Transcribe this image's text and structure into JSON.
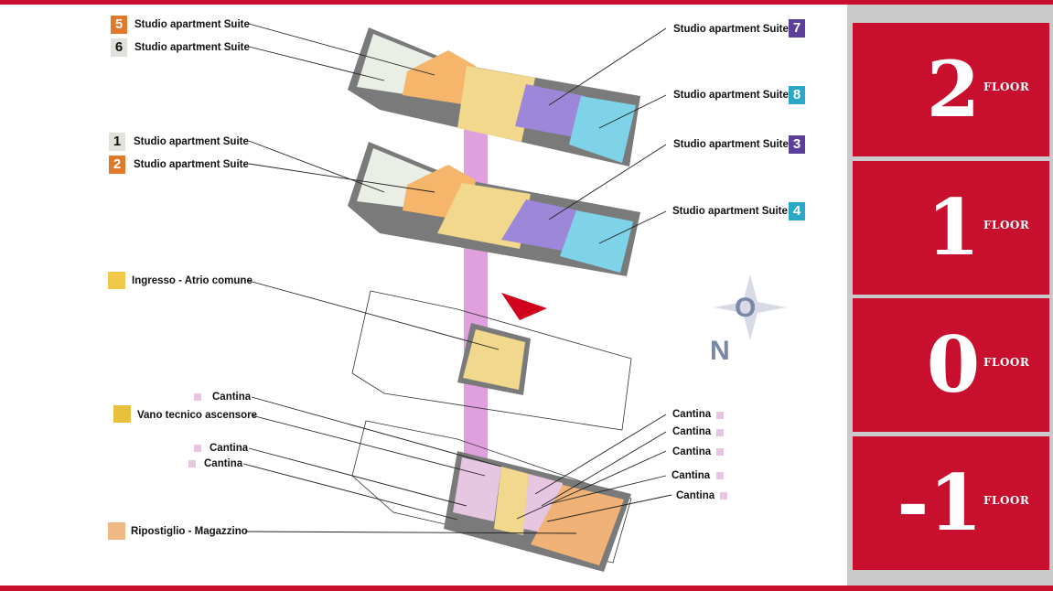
{
  "colors": {
    "red": "#c8102e",
    "grey_suite": "#e9efe4",
    "orange_suite": "#f5b56a",
    "purple_suite": "#9c87d9",
    "cyan_suite": "#7ed3e8",
    "yellow_common": "#f2d88c",
    "pink_cantina": "#e6c6e0",
    "lift_shaft": "#d67fd2"
  },
  "legend": {
    "suite5": {
      "number": "5",
      "label": "Studio apartment Suite"
    },
    "suite6": {
      "number": "6",
      "label": "Studio apartment Suite"
    },
    "suite7": {
      "number": "7",
      "label": "Studio apartment Suite"
    },
    "suite8": {
      "number": "8",
      "label": "Studio apartment Suite"
    },
    "suite1": {
      "number": "1",
      "label": "Studio apartment Suite"
    },
    "suite2": {
      "number": "2",
      "label": "Studio apartment Suite"
    },
    "suite3": {
      "number": "3",
      "label": "Studio apartment Suite"
    },
    "suite4": {
      "number": "4",
      "label": "Studio apartment Suite"
    },
    "ingresso": "Ingresso - Atrio comune",
    "cantina_l1": "Cantina",
    "vano": "Vano tecnico ascensore",
    "cantina_l2": "Cantina",
    "cantina_l3": "Cantina",
    "ripostiglio": "Ripostiglio - Magazzino",
    "cantina_r1": "Cantina",
    "cantina_r2": "Cantina",
    "cantina_r3": "Cantina",
    "cantina_r4": "Cantina",
    "cantina_r5": "Cantina"
  },
  "compass": {
    "north": "N",
    "east": "O"
  },
  "floors": [
    {
      "number": "2",
      "label": "FLOOR"
    },
    {
      "number": "1",
      "label": "FLOOR"
    },
    {
      "number": "0",
      "label": "FLOOR"
    },
    {
      "number": "-1",
      "label": "FLOOR"
    }
  ]
}
